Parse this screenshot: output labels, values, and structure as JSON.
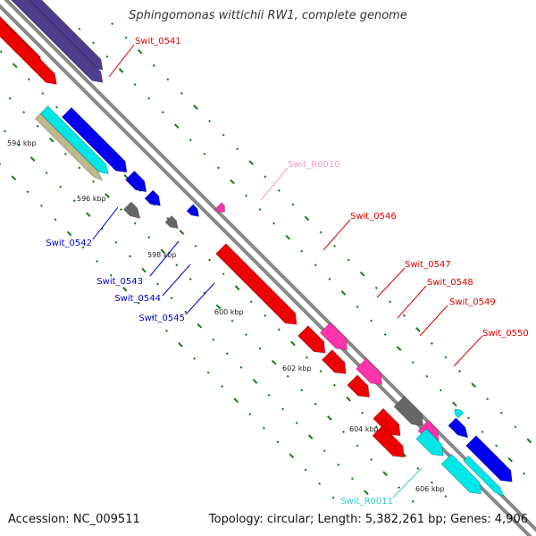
{
  "title": "Sphingomonas wittichii RW1, complete genome",
  "accession": "Accession: NC_009511",
  "topology": "Topology: circular; Length: 5,382,261 bp; Genes: 4,906",
  "kbp_labels": [
    "594 kbp",
    "596 kbp",
    "598 kbp",
    "600 kbp",
    "602 kbp",
    "604 kbp",
    "606 kbp"
  ],
  "gene_labels": [
    {
      "text": "Swit_0541",
      "color": "#dd0000"
    },
    {
      "text": "Swit_R0010",
      "color": "#ff99cc"
    },
    {
      "text": "Swit_0546",
      "color": "#dd0000"
    },
    {
      "text": "Swit_0547",
      "color": "#dd0000"
    },
    {
      "text": "Swit_0548",
      "color": "#dd0000"
    },
    {
      "text": "Swit_0549",
      "color": "#dd0000"
    },
    {
      "text": "Swit_0550",
      "color": "#dd0000"
    },
    {
      "text": "Swit_0542",
      "color": "#0000cc"
    },
    {
      "text": "Swit_0543",
      "color": "#0000cc"
    },
    {
      "text": "Swit_0544",
      "color": "#0000cc"
    },
    {
      "text": "Swit_0545",
      "color": "#0000cc"
    },
    {
      "text": "Swit_R0011",
      "color": "#33cccc"
    }
  ],
  "colors": {
    "backbone": "#888888",
    "tick": "#1a7a1a",
    "cds_forward": "#ee0000",
    "cds_reverse": "#0000ee",
    "rrna": "#ff33aa",
    "trna": "#00e5e5",
    "purple": "#4d3d8c",
    "gray_feature": "#666666",
    "tan": "#bdb98a"
  }
}
